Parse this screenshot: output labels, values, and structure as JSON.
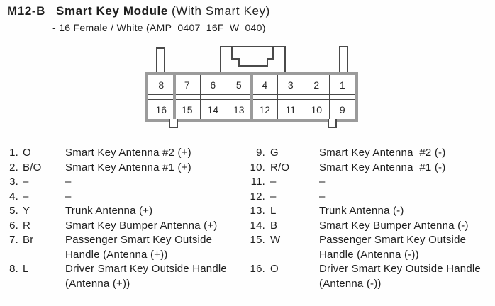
{
  "header": {
    "connector_id": "M12-B",
    "module_name": "Smart Key Module",
    "module_qualifier": "(With Smart Key)",
    "subtitle": "- 16 Female / White (AMP_0407_16F_W_040)"
  },
  "connector_diagram": {
    "rows": 2,
    "pins_per_row": 8,
    "top_row": [
      "8",
      "7",
      "6",
      "5",
      "4",
      "3",
      "2",
      "1"
    ],
    "bottom_row": [
      "16",
      "15",
      "14",
      "13",
      "12",
      "11",
      "10",
      "9"
    ],
    "outline_color": "#9b9b9b",
    "line_color": "#4a4a4a"
  },
  "pin_table": {
    "left": [
      {
        "num": "1.",
        "color": "O",
        "desc": "Smart Key Antenna #2 (+)"
      },
      {
        "num": "2.",
        "color": "B/O",
        "desc": "Smart Key Antenna #1 (+)"
      },
      {
        "num": "3.",
        "color": "–",
        "desc": "–"
      },
      {
        "num": "4.",
        "color": "–",
        "desc": "–"
      },
      {
        "num": "5.",
        "color": "Y",
        "desc": "Trunk Antenna (+)"
      },
      {
        "num": "6.",
        "color": "R",
        "desc": "Smart Key Bumper Antenna (+)"
      },
      {
        "num": "7.",
        "color": "Br",
        "desc": "Passenger Smart Key Outside Handle (Antenna (+))"
      },
      {
        "num": "8.",
        "color": "L",
        "desc": "Driver Smart Key Outside Handle (Antenna (+))"
      }
    ],
    "right": [
      {
        "num": "9.",
        "color": "G",
        "desc": "Smart Key Antenna  #2 (-)"
      },
      {
        "num": "10.",
        "color": "R/O",
        "desc": "Smart Key Antenna  #1 (-)"
      },
      {
        "num": "11.",
        "color": "–",
        "desc": "–"
      },
      {
        "num": "12.",
        "color": "–",
        "desc": "–"
      },
      {
        "num": "13.",
        "color": "L",
        "desc": "Trunk Antenna (-)"
      },
      {
        "num": "14.",
        "color": "B",
        "desc": "Smart Key Bumper Antenna (-)"
      },
      {
        "num": "15.",
        "color": "W",
        "desc": "Passenger Smart Key Outside Handle (Antenna (-))"
      },
      {
        "num": "16.",
        "color": "O",
        "desc": "Driver Smart Key Outside Handle (Antenna (-))"
      }
    ]
  }
}
